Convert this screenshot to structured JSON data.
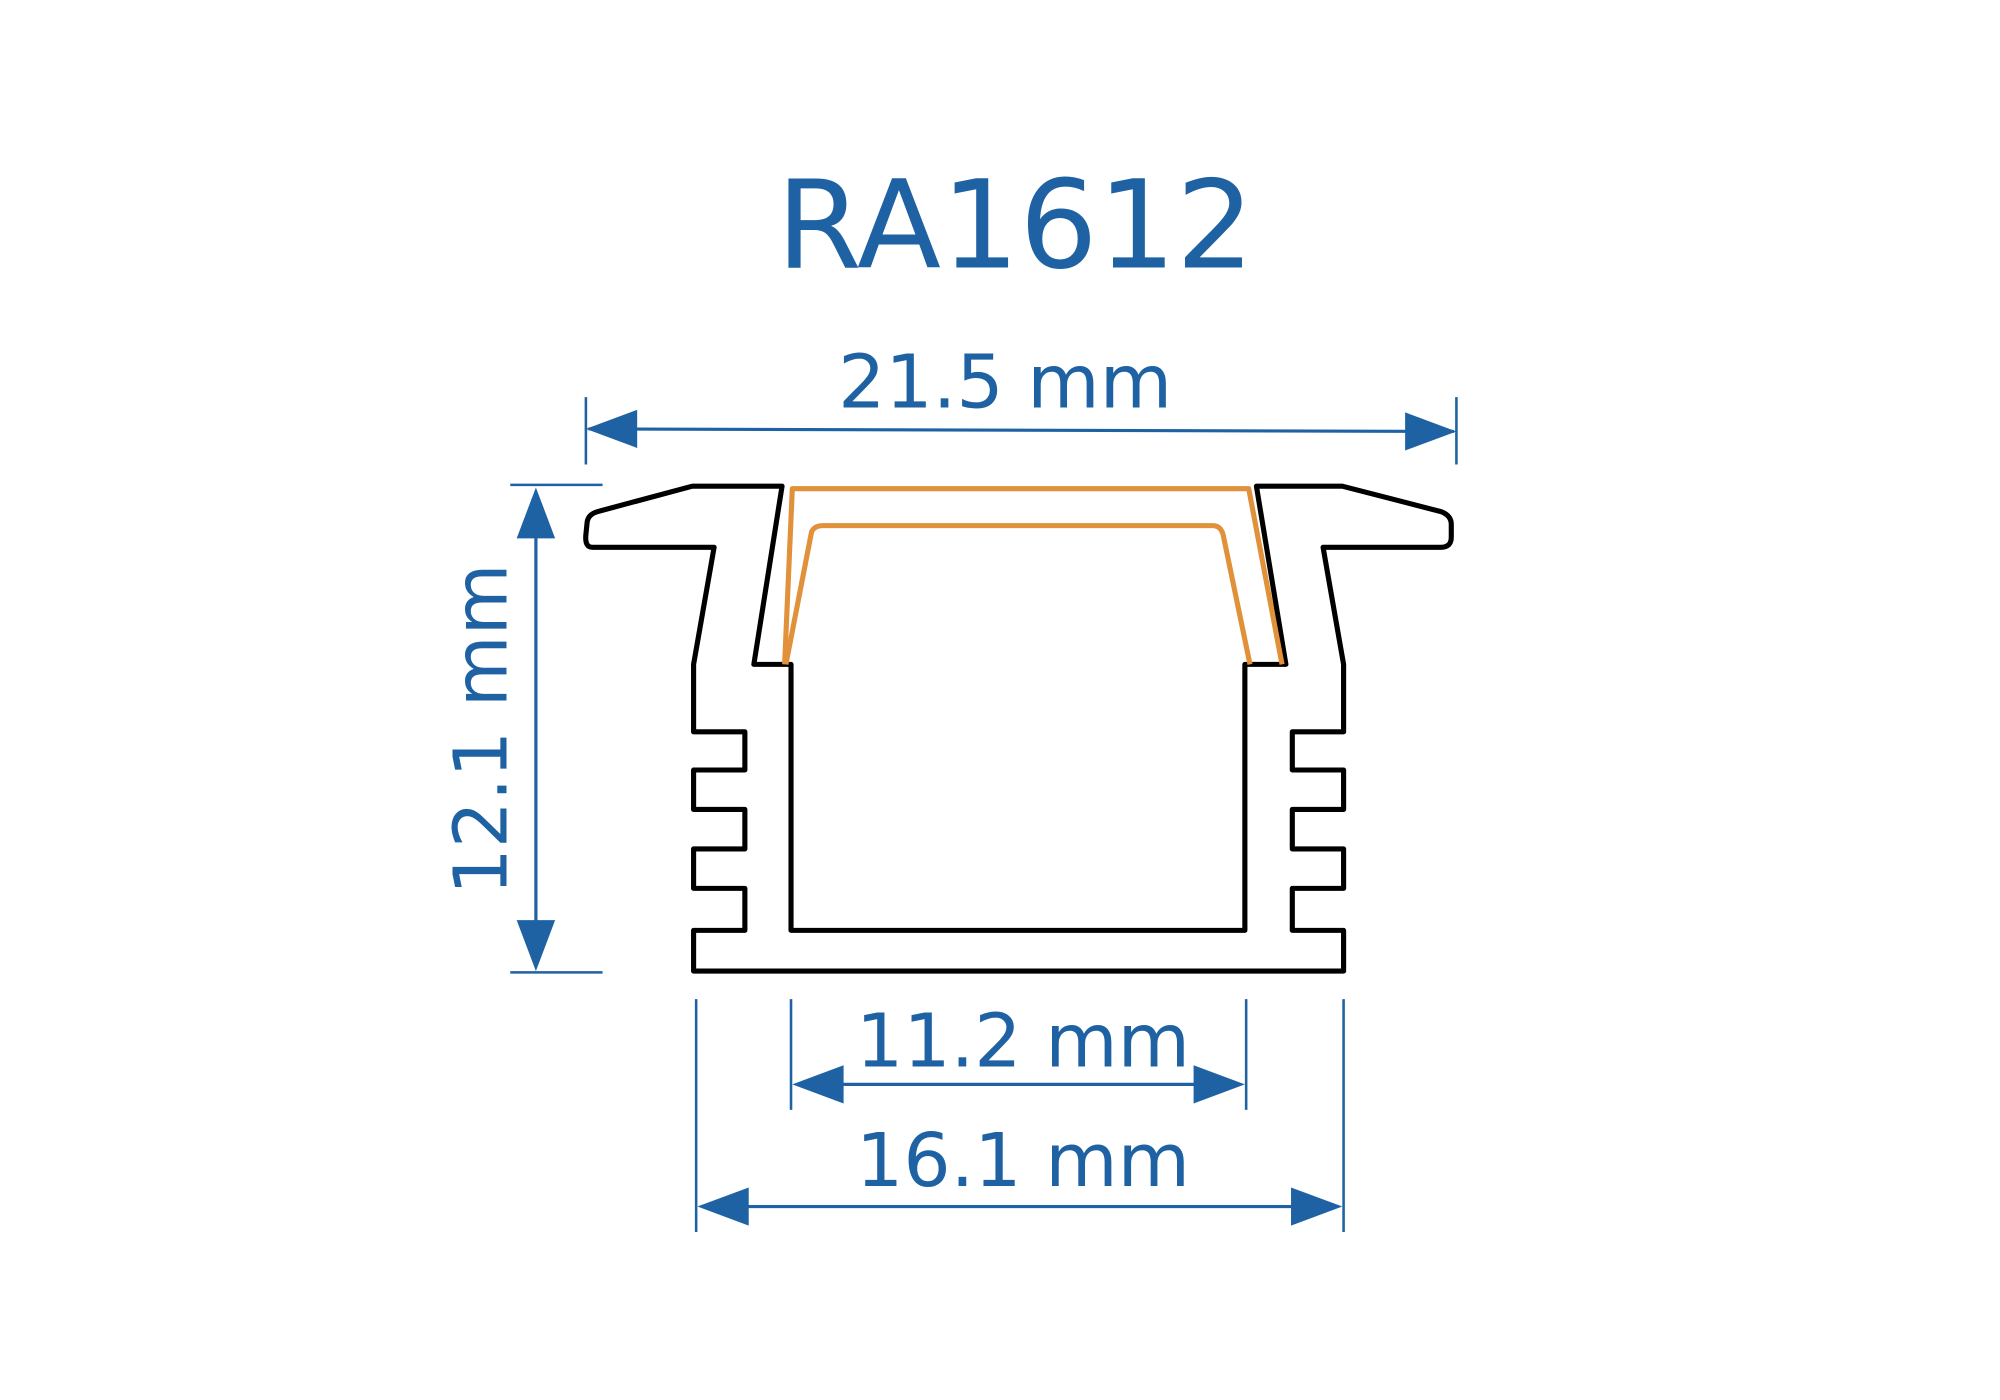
{
  "title": "RA1612",
  "dimensions": {
    "overall_width": "21.5 mm",
    "height": "12.1 mm",
    "inner_width": "11.2 mm",
    "body_width": "16.1 mm"
  },
  "colors": {
    "dimension": "#1f62a3",
    "profile": "#000000",
    "diffuser": "#e0913a"
  }
}
